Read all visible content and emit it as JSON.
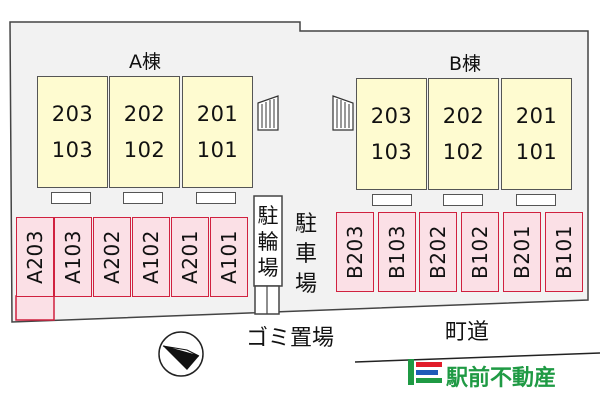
{
  "colors": {
    "unit_fill": "#fefbd0",
    "parking_fill": "#fbe0e6",
    "parking_border": "#d0213f",
    "lot_fill": "#f2f2f2",
    "logo_green": "#1f9a44",
    "logo_red": "#e11d2a",
    "logo_blue": "#1e5bb8"
  },
  "building_a": {
    "title": "A棟",
    "units": [
      {
        "upper": "203",
        "lower": "103"
      },
      {
        "upper": "202",
        "lower": "102"
      },
      {
        "upper": "201",
        "lower": "101"
      }
    ]
  },
  "building_b": {
    "title": "B棟",
    "units": [
      {
        "upper": "203",
        "lower": "103"
      },
      {
        "upper": "202",
        "lower": "102"
      },
      {
        "upper": "201",
        "lower": "101"
      }
    ]
  },
  "parking_a": [
    "A203",
    "A103",
    "A202",
    "A102",
    "A201",
    "A101"
  ],
  "parking_b": [
    "B203",
    "B103",
    "B202",
    "B102",
    "B201",
    "B101"
  ],
  "bicycle_parking": "駐輪場",
  "car_parking": "駐車場",
  "garbage_area": "ゴミ置場",
  "road": "町道",
  "logo": {
    "text": "駅前不動産",
    "icon": "ekimae-logo-icon"
  },
  "compass": {
    "icon": "north-arrow-icon"
  }
}
